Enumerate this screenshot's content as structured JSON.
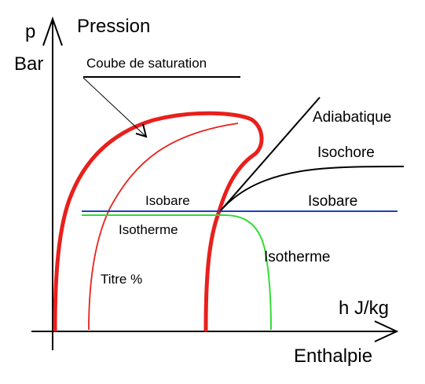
{
  "labels": {
    "y_symbol": "p",
    "y_quantity": "Pression",
    "y_unit": "Bar",
    "x_unit": "h  J/kg",
    "x_quantity": "Enthalpie",
    "saturation_curve": "Coube de saturation",
    "adiabatic": "Adiabatique",
    "isochore": "Isochore",
    "isobar_inside": "Isobare",
    "isobar_outside": "Isobare",
    "isotherm_inside": "Isotherme",
    "isotherm_outside": "Isotherme",
    "quality": "Titre %"
  },
  "colors": {
    "axes": "#000000",
    "saturation": "#e8201c",
    "isobar": "#1f3fbf",
    "isotherm": "#33dd33",
    "adiabatic": "#000000",
    "isochore": "#000000"
  }
}
